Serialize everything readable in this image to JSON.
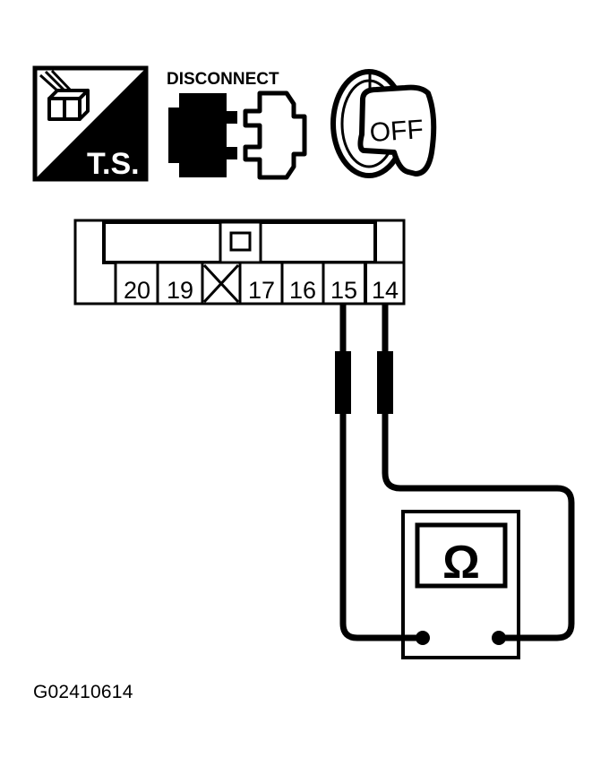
{
  "icons": {
    "ts": {
      "label": "T.S.",
      "name": "tool-service-icon"
    },
    "disconnect": {
      "label": "DISCONNECT",
      "name": "disconnect-connector-icon"
    },
    "ignition": {
      "label": "OFF",
      "name": "ignition-key-off-icon"
    }
  },
  "connector": {
    "pins": [
      {
        "label": "20"
      },
      {
        "label": "19"
      },
      {
        "label": "",
        "blank": true
      },
      {
        "label": "17"
      },
      {
        "label": "16"
      },
      {
        "label": "15"
      },
      {
        "label": "14"
      }
    ],
    "probed_pins": [
      "15",
      "14"
    ]
  },
  "meter": {
    "symbol": "Ω",
    "mode": "ohmmeter"
  },
  "figure_id": "G02410614",
  "colors": {
    "ink": "#000000",
    "paper": "#ffffff"
  }
}
